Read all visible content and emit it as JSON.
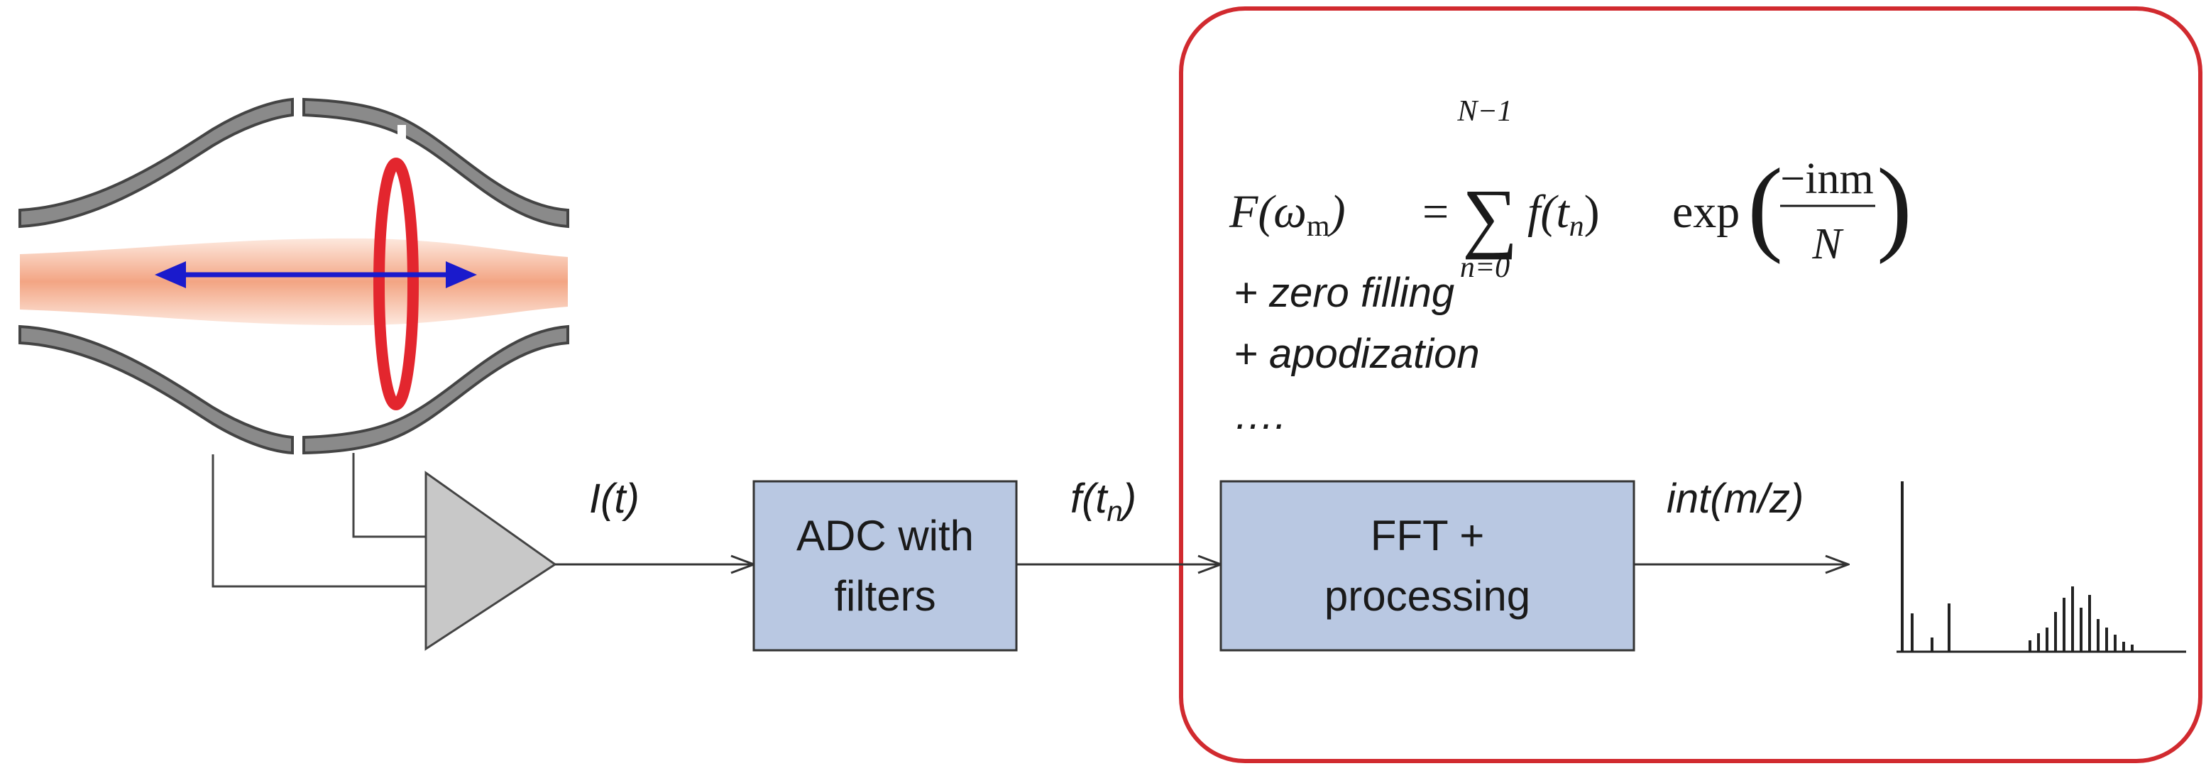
{
  "diagram": {
    "signal_labels": {
      "current": "I(t)",
      "sampled_base": "f(t",
      "sampled_sub": "n",
      "sampled_close": ")",
      "spectrum": "int(m/z)"
    },
    "blocks": {
      "adc": {
        "line1": "ADC with",
        "line2": "filters"
      },
      "fft": {
        "line1": "FFT +",
        "line2": "processing"
      }
    },
    "processing_panel": {
      "formula": {
        "lhs_F": "F(",
        "lhs_omega": "ω",
        "lhs_sub": "m",
        "lhs_close": ")",
        "equals": "=",
        "sum_symbol": "∑",
        "sum_upper": "N−1",
        "sum_lower": "n=0",
        "f_term": "f(t",
        "f_sub": "n",
        "f_close": ")",
        "exp": "exp",
        "numerator": "−inm",
        "denominator": "N",
        "paren_left": "(",
        "paren_right": ")"
      },
      "steps": [
        "+ zero filling",
        "+ apodization",
        "…."
      ]
    },
    "colors": {
      "panel_border": "#d12a2f",
      "block_fill": "#b9c8e2",
      "block_border": "#333333",
      "arrow_blue": "#1a1acc",
      "ring_red": "#e3262e",
      "electrode_fill": "#8a8a8a",
      "amplifier_fill": "#c8c8c8",
      "ion_cloud": "#f4a383"
    }
  }
}
